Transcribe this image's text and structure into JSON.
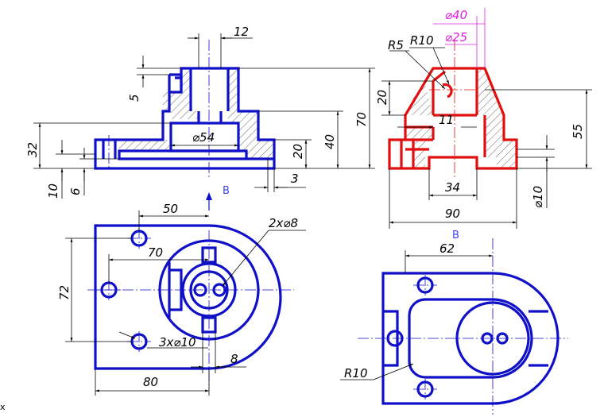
{
  "dims": {
    "front": {
      "d12": "12",
      "d5": "5",
      "d32": "32",
      "d10": "10",
      "d6": "6",
      "d54": "⌀54",
      "d20": "20",
      "d40": "40",
      "d70": "70",
      "d3": "3"
    },
    "side": {
      "d40": "⌀40",
      "d25": "⌀25",
      "r10": "R10",
      "r5": "R5",
      "d20": "20",
      "d11": "11",
      "d55": "55",
      "d34": "34",
      "d10": "⌀10",
      "d90": "90"
    },
    "top": {
      "d50": "50",
      "d70": "70",
      "d72": "72",
      "d2x8": "2x⌀8",
      "d3x10": "3x⌀10",
      "d8": "8",
      "d80": "80"
    },
    "bottom": {
      "d62": "62",
      "r10": "R10"
    }
  },
  "view_letters": {
    "arrow_label": "B",
    "view_label": "B"
  },
  "edge_letter": "x",
  "colors": {
    "object": "#1010c8",
    "section": "#e01010",
    "dimension": "#000000",
    "projection": "#e020e0"
  }
}
